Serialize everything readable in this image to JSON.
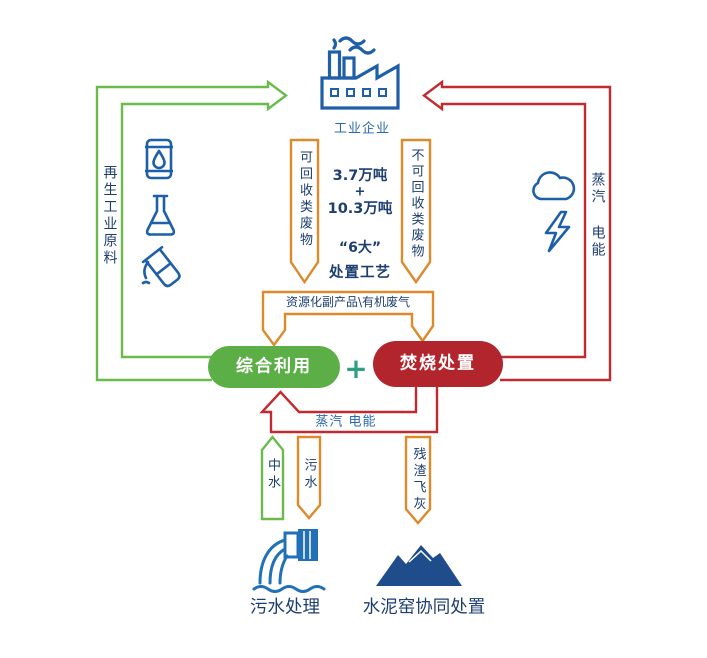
{
  "colors": {
    "brand_blue": "#2b68ae",
    "navy": "#1c3e70",
    "green": "#6abb4b",
    "green_pill": "#5cae47",
    "red": "#c12a31",
    "red_pill": "#b2252d",
    "orange": "#dc8a2b",
    "teal_plus": "#2f9f84",
    "icon_blue": "#1f5fa8",
    "sewage_icon_blue": "#2271b8",
    "mountain": "#1f4c8a"
  },
  "source": {
    "label": "工业企业",
    "icon": "factory-icon"
  },
  "left_loop": {
    "label": "再生工业原料",
    "icons": [
      "oil-barrel-icon",
      "flask-icon",
      "pouring-beaker-icon"
    ]
  },
  "right_loop": {
    "label": "蒸汽 电能",
    "icons": [
      "cloud-icon",
      "lightning-icon"
    ]
  },
  "inflows": {
    "recyclable": "可回收类废物",
    "non_recyclable": "不可回收类废物"
  },
  "center": {
    "amount_1": "3.7万吨",
    "plus": "+",
    "amount_2": "10.3万吨",
    "big_six": "“6大”",
    "processes": "处置工艺"
  },
  "byproducts": "资源化副产品\\有机废气",
  "nodes": {
    "utilization": "综合利用",
    "plus": "+",
    "incineration": "焚烧处置"
  },
  "return_flow": "蒸汽 电能",
  "outputs": {
    "reclaimed_water": "中水",
    "sewage": "污水",
    "residue": "残渣飞灰"
  },
  "destinations": {
    "sewage_treatment": {
      "label": "污水处理",
      "icon": "sewage-outlet-icon"
    },
    "cement_kiln": {
      "label": "水泥窑协同处置",
      "icon": "mountain-icon"
    }
  }
}
